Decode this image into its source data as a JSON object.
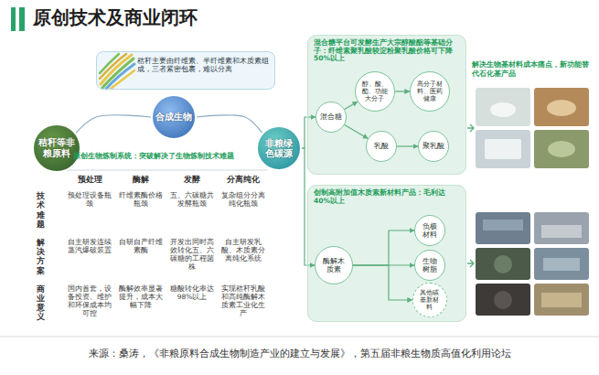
{
  "diagram": {
    "title": "原创技术及商业闭环",
    "caption": "来源：桑涛，《非粮原料合成生物制造产业的建立与发展》，第五届非粮生物质高值化利用论坛",
    "nodes": [
      {
        "text": [
          "秸秆主要由纤维素、半纤维素和木质素组成，三者紧密包裹，难以分离"
        ]
      },
      {
        "text": [
          "合成生物"
        ]
      },
      {
        "text": [
          "秸秆等非粮原料"
        ]
      },
      {
        "text": [
          "非粮绿色碳源"
        ]
      },
      {
        "text": [
          "混合糖平台可发酵生产大宗醇酸酯等基础分子：纤维素聚乳酸较淀粉聚乳酸价格可下降50%以上"
        ]
      },
      {
        "text": [
          "混合糖"
        ],
        "in": 4
      },
      {
        "text": [
          "醇、酸、酯、功能大分子"
        ],
        "in": 4
      },
      {
        "text": [
          "高分子材料、医药健康"
        ],
        "in": 4
      },
      {
        "text": [
          "乳酸"
        ],
        "in": 4
      },
      {
        "text": [
          "聚乳酸"
        ],
        "in": 4
      },
      {
        "text": [
          "创制高附加值木质素新材料产品：毛利达40%以上"
        ]
      },
      {
        "text": [
          "酶解木质素"
        ],
        "in": 10
      },
      {
        "text": [
          "负极材料"
        ],
        "in": 10
      },
      {
        "text": [
          "生物树脂"
        ],
        "in": 10
      },
      {
        "text": [
          "其他碳基新材料"
        ],
        "in": 10
      }
    ],
    "edges": [
      {
        "from": 2,
        "to": 1,
        "arrow": "none"
      },
      {
        "from": 1,
        "to": 3,
        "arrow": "none"
      },
      {
        "from": 3,
        "to": 5,
        "arrow": "to"
      },
      {
        "from": 3,
        "to": 11,
        "arrow": "to"
      },
      {
        "from": 5,
        "to": 6,
        "arrow": "to"
      },
      {
        "from": 6,
        "to": 7,
        "arrow": "to"
      },
      {
        "from": 5,
        "to": 8,
        "arrow": "to"
      },
      {
        "from": 8,
        "to": 9,
        "arrow": "to"
      },
      {
        "from": 11,
        "to": 12,
        "arrow": "to"
      },
      {
        "from": 11,
        "to": 13,
        "arrow": "to"
      },
      {
        "from": 11,
        "to": 14,
        "arrow": "to"
      }
    ],
    "labels": [
      "原创生物炼制系统：突破解决了生物炼制技术难题",
      "预处理",
      "酶解",
      "发酵",
      "分离纯化",
      "技术难题",
      "预处理设备瓶颈",
      "纤维素酶价格瓶颈",
      "五、六碳糖共发酵瓶颈",
      "复杂组分分离纯化瓶颈",
      "解决方案",
      "自主研发连续蒸汽爆破装置",
      "自研自产纤维素酶",
      "开发出同时高效转化五、六碳糖的工程菌株",
      "自主研发乳酸、木质素分离纯化系统",
      "商业意义",
      "国内首套，设备投资、维护和环保成本均可控",
      "酶解效率显著提升，成本大幅下降",
      "糖酸转化率达98%以上",
      "实现秸秆乳酸和高纯酶解木质素工业化生产",
      "解决生物基材料成本痛点，新功能替代石化基产品"
    ]
  }
}
